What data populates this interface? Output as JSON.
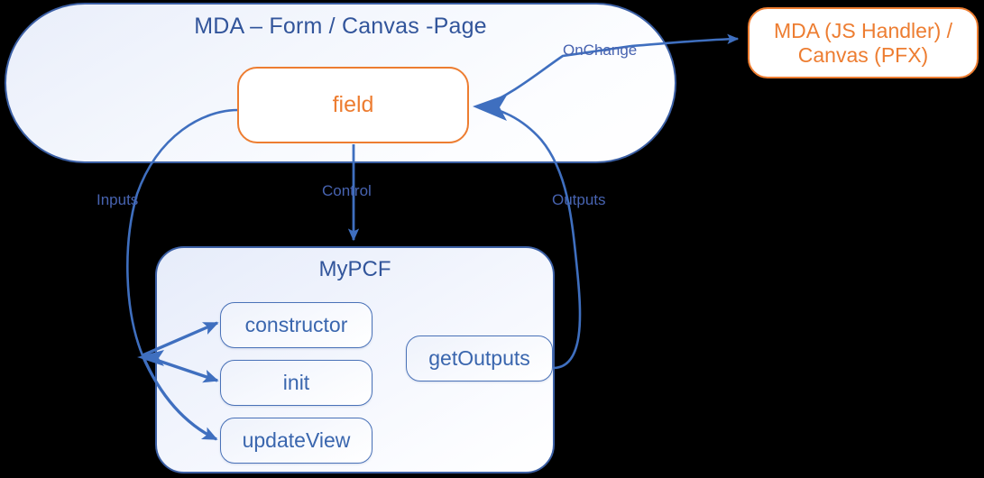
{
  "diagram": {
    "title": "PCF control lifecycle diagram",
    "background_color": "#000000",
    "accent_blue": "#3b5fa4",
    "accent_orange": "#ed7d31",
    "text_blue": "#32559b"
  },
  "nodes": {
    "mda_form": {
      "label": "MDA – Form / Canvas -Page",
      "kind": "container",
      "border_color": "#3b5fa4"
    },
    "field": {
      "label": "field",
      "kind": "control",
      "border_color": "#ed7d31",
      "text_color": "#ed7d31"
    },
    "mda_handler": {
      "line1": "MDA (JS Handler) /",
      "line2": "Canvas (PFX)",
      "kind": "handler",
      "border_color": "#ed7d31",
      "text_color": "#ed7d31"
    },
    "mypcf": {
      "label": "MyPCF",
      "kind": "container",
      "border_color": "#3b5fa4"
    },
    "methods": [
      {
        "id": "constructor",
        "label": "constructor"
      },
      {
        "id": "init",
        "label": "init"
      },
      {
        "id": "updateview",
        "label": "updateView"
      },
      {
        "id": "getoutputs",
        "label": "getOutputs"
      }
    ]
  },
  "edges": [
    {
      "id": "inputs",
      "label": "Inputs",
      "from": "field",
      "to": [
        "constructor",
        "init",
        "updateview"
      ],
      "arrow": "to-methods"
    },
    {
      "id": "control",
      "label": "Control",
      "from": "field",
      "to": "mypcf",
      "arrow": "to-mypcf"
    },
    {
      "id": "outputs",
      "label": "Outputs",
      "from": "getoutputs",
      "to": "field",
      "arrow": "to-field"
    },
    {
      "id": "onchange",
      "label": "OnChange",
      "from": "field",
      "to": "mda_handler",
      "arrow": "to-handler"
    }
  ]
}
